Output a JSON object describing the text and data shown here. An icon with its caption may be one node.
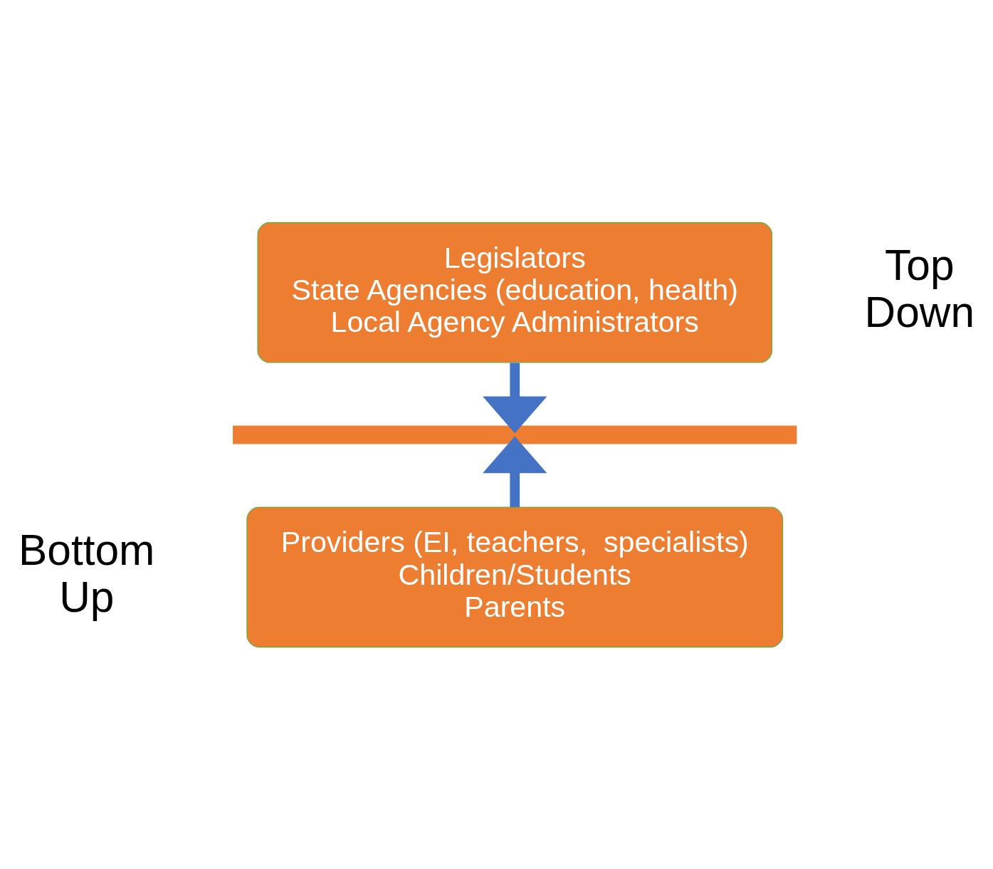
{
  "diagram": {
    "nodes": [
      {
        "text": [
          "Legislators",
          "State Agencies (education, health)",
          "Local Agency Administrators"
        ]
      },
      {
        "text": [],
        "shape": "bar"
      },
      {
        "text": [
          "Providers (EI, teachers,  specialists)",
          "Children/Students",
          "Parents"
        ]
      }
    ],
    "edges": [
      {
        "from": 0,
        "to": 1,
        "arrow": "to"
      },
      {
        "from": 2,
        "to": 1,
        "arrow": "to"
      }
    ],
    "labels": [
      "Top Down",
      "Bottom Up"
    ]
  }
}
